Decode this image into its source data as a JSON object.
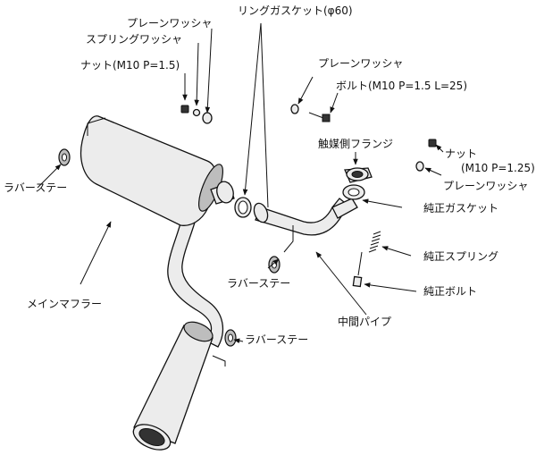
{
  "labels": {
    "plain_washer": "プレーンワッシャ",
    "spring_washer": "スプリングワッシャ",
    "nut_m10_p15": "ナット(M10 P=1.5)",
    "ring_gasket": "リングガスケット(φ60)",
    "bolt_m10": "ボルト(M10 P=1.5 L=25)",
    "catalyst_flange": "触媒側フランジ",
    "nut": "ナット",
    "nut_spec": "(M10 P=1.25)",
    "oem_gasket": "純正ガスケット",
    "oem_spring": "純正スプリング",
    "oem_bolt": "純正ボルト",
    "mid_pipe": "中間パイプ",
    "rubber_stay": "ラバーステー",
    "main_muffler": "メインマフラー"
  }
}
